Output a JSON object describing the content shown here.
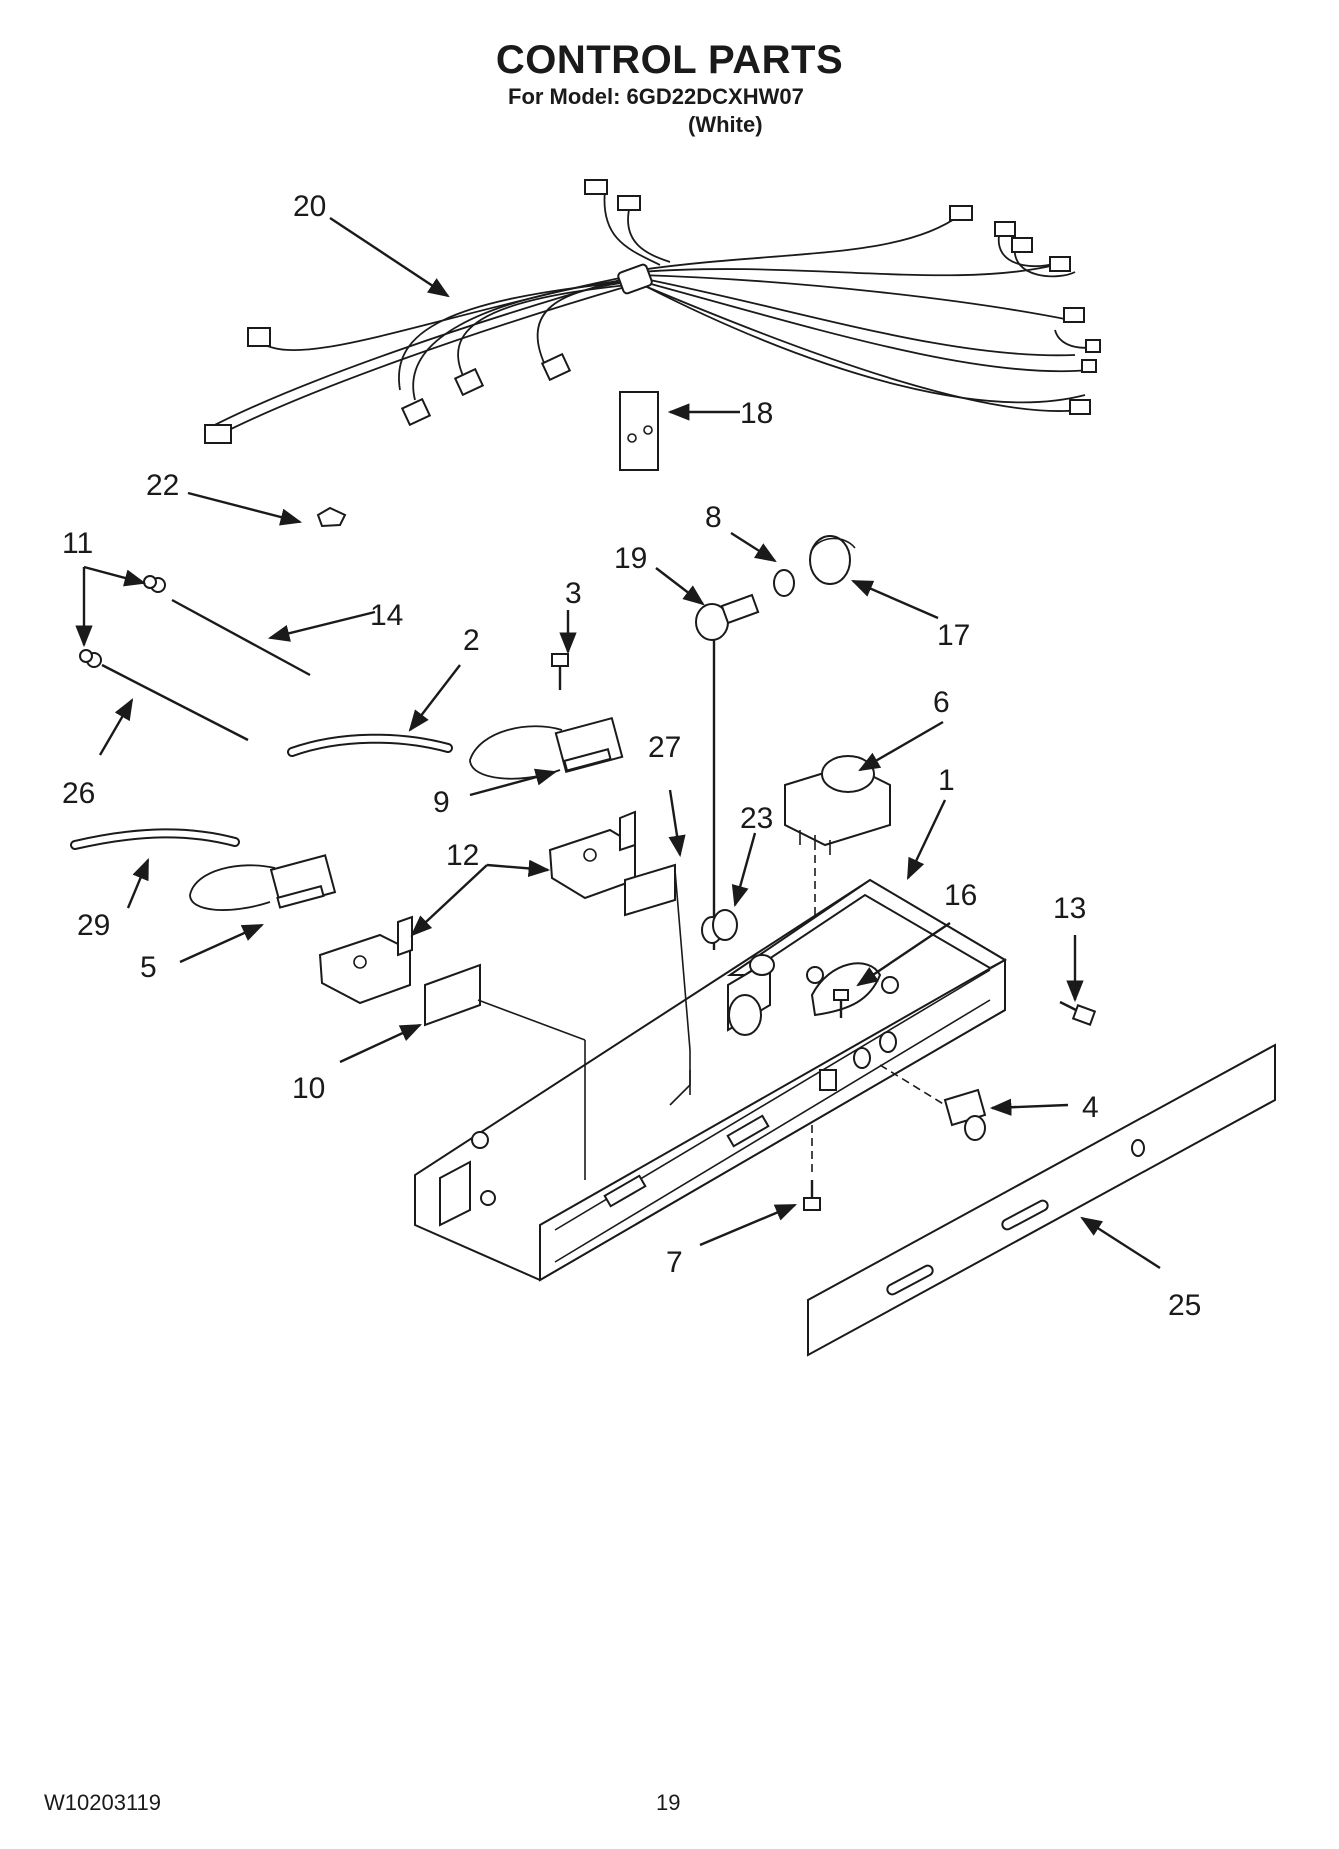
{
  "header": {
    "title": "CONTROL PARTS",
    "model_line": "For Model: 6GD22DCXHW07",
    "color_line": "(White)"
  },
  "footer": {
    "doc_number": "W10203119",
    "page_number": "19"
  },
  "callouts": [
    "20",
    "18",
    "22",
    "11",
    "14",
    "19",
    "8",
    "17",
    "3",
    "2",
    "26",
    "27",
    "9",
    "6",
    "1",
    "23",
    "12",
    "16",
    "13",
    "29",
    "5",
    "10",
    "4",
    "7",
    "25"
  ]
}
